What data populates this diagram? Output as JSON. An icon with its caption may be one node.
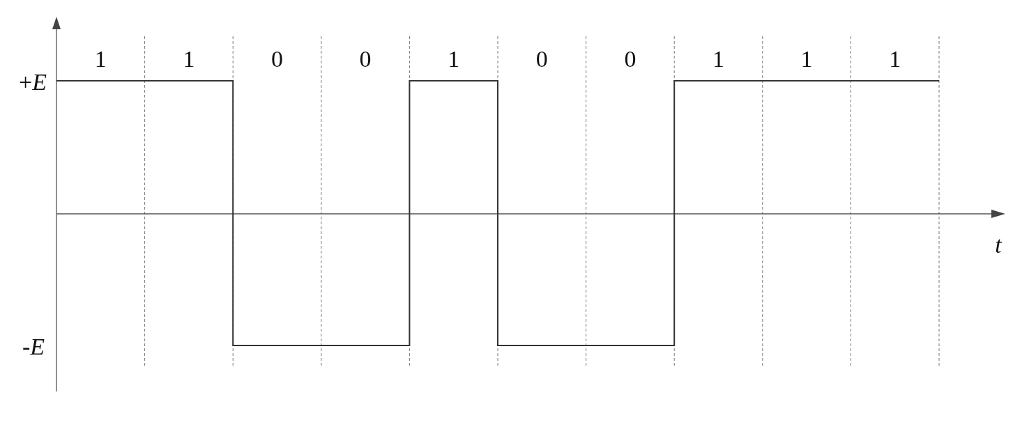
{
  "diagram": {
    "labels": [
      "1",
      "1",
      "0",
      "0",
      "1",
      "0",
      "0",
      "1",
      "1",
      "1",
      "+*E*",
      "*t*",
      "-*E*"
    ]
  }
}
